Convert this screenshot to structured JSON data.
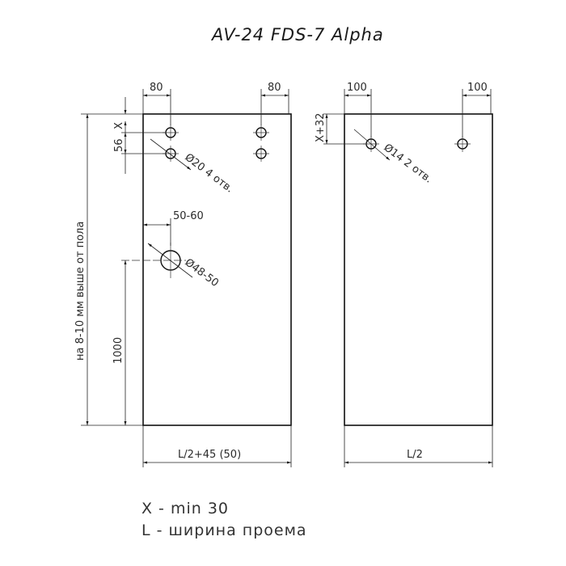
{
  "title": "AV-24  FDS-7 Alpha",
  "left_panel": {
    "top_dim_left": "80",
    "top_dim_right": "80",
    "side_dim_x": "X",
    "side_dim_56": "56",
    "hole_callout": "Ø20 4 отв.",
    "lock_offset": "50-60",
    "lock_hole_callout": "Ø48-50",
    "lock_height": "1000",
    "floor_note": "на 8-10 мм выше от пола",
    "bottom_width": "L/2+45 (50)"
  },
  "right_panel": {
    "top_dim_left": "100",
    "top_dim_right": "100",
    "side_dim": "X+32",
    "hole_callout": "Ø14 2 отв.",
    "bottom_width": "L/2"
  },
  "legend": {
    "line1": "X - min 30",
    "line2": "L - ширина проема"
  }
}
